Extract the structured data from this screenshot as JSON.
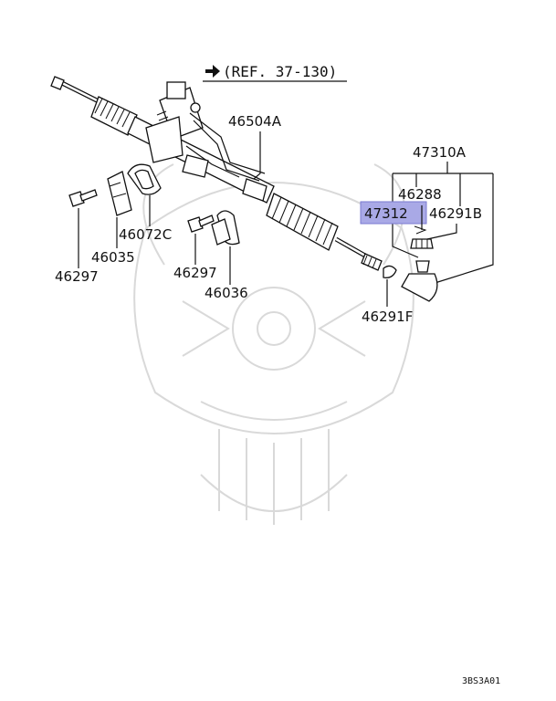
{
  "diagram": {
    "reference": "(REF. 37-130)",
    "figure_code": "3BS3A01",
    "highlight_color": "#a9a9e6",
    "parts": [
      {
        "id": "p46504A",
        "number": "46504A"
      },
      {
        "id": "p47310A",
        "number": "47310A"
      },
      {
        "id": "p46288",
        "number": "46288"
      },
      {
        "id": "p47312",
        "number": "47312",
        "highlighted": true
      },
      {
        "id": "p46291B",
        "number": "46291B"
      },
      {
        "id": "p46072C",
        "number": "46072C"
      },
      {
        "id": "p46035",
        "number": "46035"
      },
      {
        "id": "p46297a",
        "number": "46297"
      },
      {
        "id": "p46297b",
        "number": "46297"
      },
      {
        "id": "p46036",
        "number": "46036"
      },
      {
        "id": "p46291F",
        "number": "46291F"
      }
    ]
  }
}
